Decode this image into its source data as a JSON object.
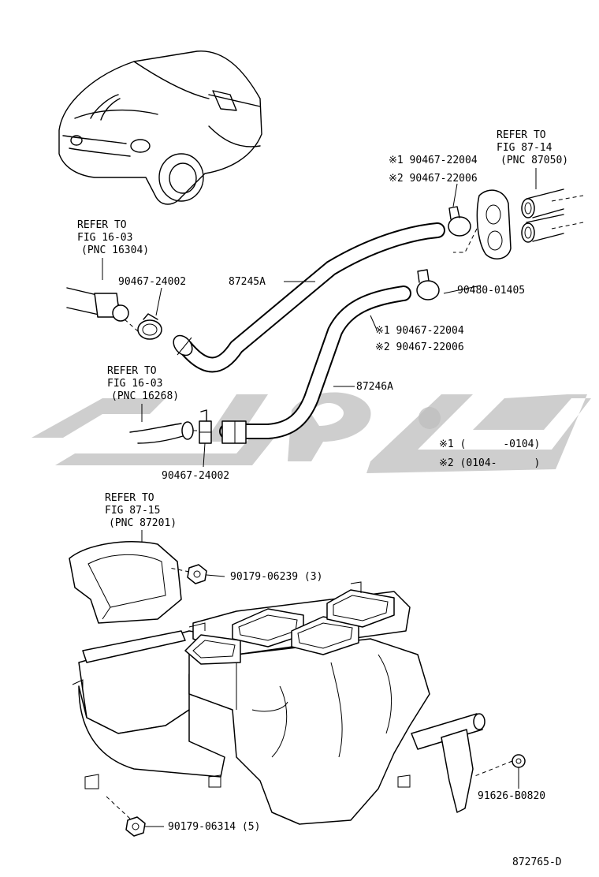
{
  "refs": {
    "ref_87_14": {
      "l1": "REFER TO",
      "l2": "FIG 87-14",
      "l3": "(PNC 87050)"
    },
    "ref_16_03_a": {
      "l1": "REFER TO",
      "l2": "FIG 16-03",
      "l3": "(PNC 16304)"
    },
    "ref_16_03_b": {
      "l1": "REFER TO",
      "l2": "FIG 16-03",
      "l3": "(PNC 16268)"
    },
    "ref_87_15": {
      "l1": "REFER TO",
      "l2": "FIG 87-15",
      "l3": "(PNC 87201)"
    }
  },
  "parts": {
    "clamp_upper_1": "※1 90467-22004",
    "clamp_upper_2": "※2 90467-22006",
    "clamp_lower_1": "※1 90467-22004",
    "clamp_lower_2": "※2 90467-22006",
    "hose_a": "87245A",
    "hose_b": "87246A",
    "clamp_left": "90467-24002",
    "clamp_bottom_left": "90467-24002",
    "grommet": "90480-01405",
    "nut_upper": "90179-06239 (3)",
    "nut_lower": "90179-06314 (5)",
    "bolt": "91626-B0820"
  },
  "notes": {
    "n1": "※1 (      -0104)",
    "n2": "※2 (0104-      )"
  },
  "figure_code": "872765-D"
}
